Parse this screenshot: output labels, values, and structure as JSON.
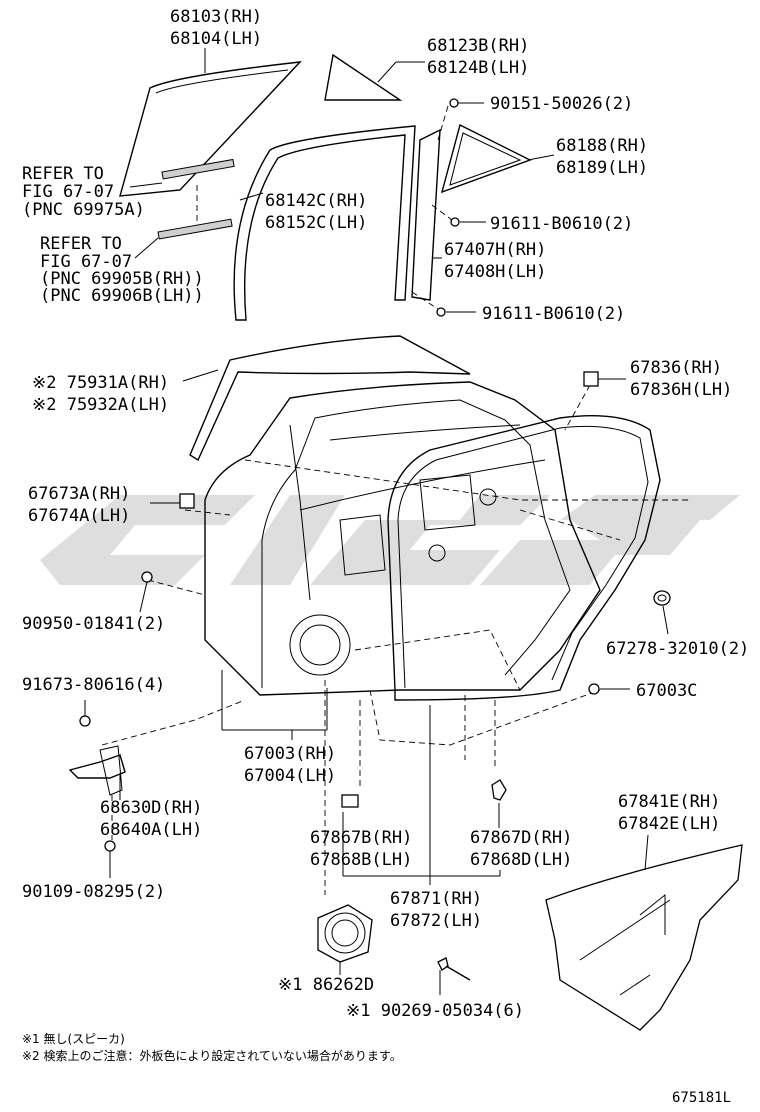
{
  "labels": {
    "glass": [
      "68103(RH)",
      "68104(LH)"
    ],
    "quarter_glass": [
      "68123B(RH)",
      "68124B(LH)"
    ],
    "screw_top": "90151-50026(2)",
    "quarter_frame": [
      "68188(RH)",
      "68189(LH)"
    ],
    "refer1": [
      "REFER TO",
      "FIG 67-07",
      "(PNC 69975A)"
    ],
    "bolt1": "91611-B0610(2)",
    "run_channel": [
      "68142C(RH)",
      "68152C(LH)"
    ],
    "refer2": [
      "REFER TO",
      "FIG 67-07",
      "(PNC 69905B(RH))",
      "(PNC 69906B(LH))"
    ],
    "division_bar": [
      "67407H(RH)",
      "67408H(LH)"
    ],
    "bolt2": "91611-B0610(2)",
    "frame_moulding": [
      "※2 75931A(RH)",
      "※2 75932A(LH)"
    ],
    "clip_top_right": [
      "67836(RH)",
      "67836H(LH)"
    ],
    "clip_left": [
      "67673A(RH)",
      "67674A(LH)"
    ],
    "plug_left": "90950-01841(2)",
    "cushion_right": "67278-32010(2)",
    "bolt_check": "91673-80616(4)",
    "panel_sub": "67003C",
    "door_panel": [
      "67003(RH)",
      "67004(LH)"
    ],
    "check_arm": [
      "68630D(RH)",
      "68640A(LH)"
    ],
    "trim_board": [
      "67841E(RH)",
      "67842E(LH)"
    ],
    "clip_b": [
      "67867B(RH)",
      "67868B(LH)"
    ],
    "clip_d": [
      "67867D(RH)",
      "67868D(LH)"
    ],
    "bolt_bottom": "90109-08295(2)",
    "weatherstrip": [
      "67871(RH)",
      "67872(LH)"
    ],
    "speaker": "※1 86262D",
    "speaker_screw": "※1 90269-05034(6)"
  },
  "notes": [
    "※1 無し(スピーカ)",
    "※2 検索上のご注意：外板色により設定されていない場合があります。"
  ],
  "figure_code": "675181L"
}
